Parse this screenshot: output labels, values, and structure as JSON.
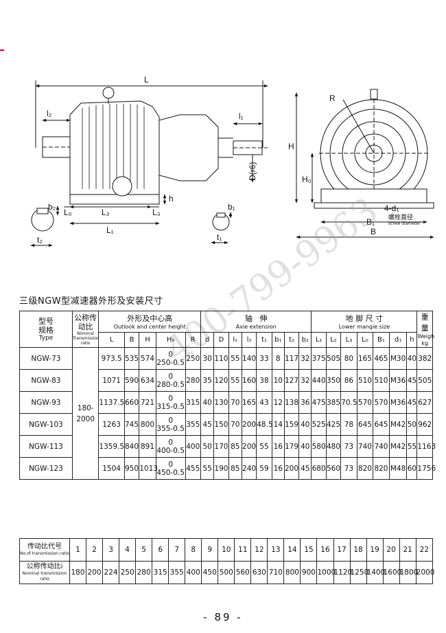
{
  "watermark": "400-799-9963",
  "drawing": {
    "labels": {
      "L": "L",
      "l2": "l₂",
      "l1": "l₁",
      "L0": "L₀",
      "L3": "L₃",
      "L1": "L₁",
      "h": "h",
      "b2": "b₂",
      "t2": "t₂",
      "b1": "b₁",
      "t1": "t₁",
      "D": "D(r6)",
      "R": "R",
      "H": "H",
      "H0": "H₀",
      "B1": "B₁",
      "B": "B",
      "bolt": "4-d₁",
      "bolt_cn": "螺栓直径",
      "bolt_en": "screw diameter"
    }
  },
  "section_title": "三级NGW型减速器外形及安装尺寸",
  "spec_table": {
    "group_headers": {
      "model_cn": "型号\n规格",
      "model_en": "Type",
      "ratio_cn": "公称传\n动比",
      "ratio_en": "Nominal\nTransmission\nratio",
      "outline_cn": "外形及中心高",
      "outline_en": "Outlook and center height",
      "axle_cn": "轴   伸",
      "axle_en": "Axie extension",
      "foot_cn": "地 脚 尺 寸",
      "foot_en": "Lower mangie size",
      "weight_cn": "重量",
      "weight_en": "Weigh\nkg"
    },
    "columns": [
      "L",
      "B",
      "H",
      "H₀",
      "R",
      "d",
      "D",
      "l₁",
      "l₂",
      "t₁",
      "b₁",
      "t₂",
      "b₂",
      "L₁",
      "L₂",
      "L₃",
      "L₀",
      "B₁",
      "d₁",
      "h"
    ],
    "ratio_range": "180-\n2000",
    "rows": [
      {
        "type": "NGW-73",
        "L": "973.5",
        "B": "535",
        "H": "574",
        "H0a": "0",
        "H0b": "250-0.5",
        "R": "250",
        "d": "30",
        "D": "110",
        "l1": "55",
        "l2": "140",
        "t1": "33",
        "b1": "8",
        "t2": "117",
        "b2": "32",
        "L1": "375",
        "L2": "505",
        "L3": "80",
        "L0": "165",
        "B1": "465",
        "d1": "M30",
        "h": "40",
        "weight": "382"
      },
      {
        "type": "NGW-83",
        "L": "1071",
        "B": "590",
        "H": "634",
        "H0a": "0",
        "H0b": "280-0.5",
        "R": "280",
        "d": "35",
        "D": "120",
        "l1": "55",
        "l2": "160",
        "t1": "38",
        "b1": "10",
        "t2": "127",
        "b2": "32",
        "L1": "440",
        "L2": "350",
        "L3": "86",
        "L0": "510",
        "B1": "510",
        "d1": "M36",
        "h": "45",
        "weight": "505"
      },
      {
        "type": "NGW-93",
        "L": "1137.5",
        "B": "660",
        "H": "721",
        "H0a": "0",
        "H0b": "315-0.5",
        "R": "315",
        "d": "40",
        "D": "130",
        "l1": "70",
        "l2": "165",
        "t1": "43",
        "b1": "12",
        "t2": "138",
        "b2": "36",
        "L1": "475",
        "L2": "385",
        "L3": "70.5",
        "L0": "570",
        "B1": "570",
        "d1": "M36",
        "h": "45",
        "weight": "627"
      },
      {
        "type": "NGW-103",
        "L": "1263",
        "B": "745",
        "H": "800",
        "H0a": "0",
        "H0b": "355-0.5",
        "R": "355",
        "d": "45",
        "D": "150",
        "l1": "70",
        "l2": "200",
        "t1": "48.5",
        "b1": "14",
        "t2": "159",
        "b2": "40",
        "L1": "525",
        "L2": "425",
        "L3": "78",
        "L0": "645",
        "B1": "645",
        "d1": "M42",
        "h": "50",
        "weight": "962"
      },
      {
        "type": "NGW-113",
        "L": "1359.5",
        "B": "840",
        "H": "891",
        "H0a": "0",
        "H0b": "400-0.5",
        "R": "400",
        "d": "50",
        "D": "170",
        "l1": "85",
        "l2": "200",
        "t1": "55",
        "b1": "16",
        "t2": "179",
        "b2": "40",
        "L1": "580",
        "L2": "480",
        "L3": "73",
        "L0": "740",
        "B1": "740",
        "d1": "M42",
        "h": "55",
        "weight": "1163"
      },
      {
        "type": "NGW-123",
        "L": "1504",
        "B": "950",
        "H": "1013",
        "H0a": "0",
        "H0b": "450-0.5",
        "R": "455",
        "d": "55",
        "D": "190",
        "l1": "85",
        "l2": "240",
        "t1": "59",
        "b1": "16",
        "t2": "200",
        "b2": "45",
        "L1": "680",
        "L2": "560",
        "L3": "73",
        "L0": "820",
        "B1": "820",
        "d1": "M48",
        "h": "60",
        "weight": "1756"
      }
    ]
  },
  "ratio_table": {
    "code_label_cn": "传动比代号",
    "code_label_en": "No.of transmission ratio",
    "ratio_label_cn": "公称传动比i",
    "ratio_label_en": "Nominal transmission ratio",
    "codes": [
      "1",
      "2",
      "3",
      "4",
      "5",
      "6",
      "7",
      "8",
      "9",
      "10",
      "11",
      "12",
      "13",
      "14",
      "15",
      "16",
      "17",
      "18",
      "19",
      "20",
      "21",
      "22"
    ],
    "ratios": [
      "180",
      "200",
      "224",
      "250",
      "280",
      "315",
      "355",
      "400",
      "450",
      "500",
      "560",
      "630",
      "710",
      "800",
      "900",
      "1000",
      "1120",
      "1250",
      "1400",
      "1600",
      "1800",
      "2000"
    ]
  },
  "page_number": "- 89 -"
}
